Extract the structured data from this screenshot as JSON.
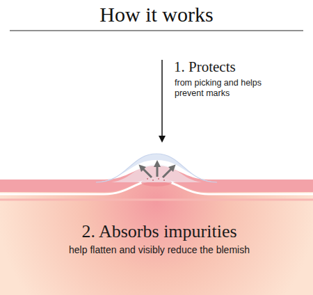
{
  "diagram": {
    "title": "How it works",
    "labels": [
      "1. Protects",
      "from picking and helps prevent marks",
      "2. Absorbs impurities",
      "help flatten and visibly reduce the blemish"
    ]
  }
}
